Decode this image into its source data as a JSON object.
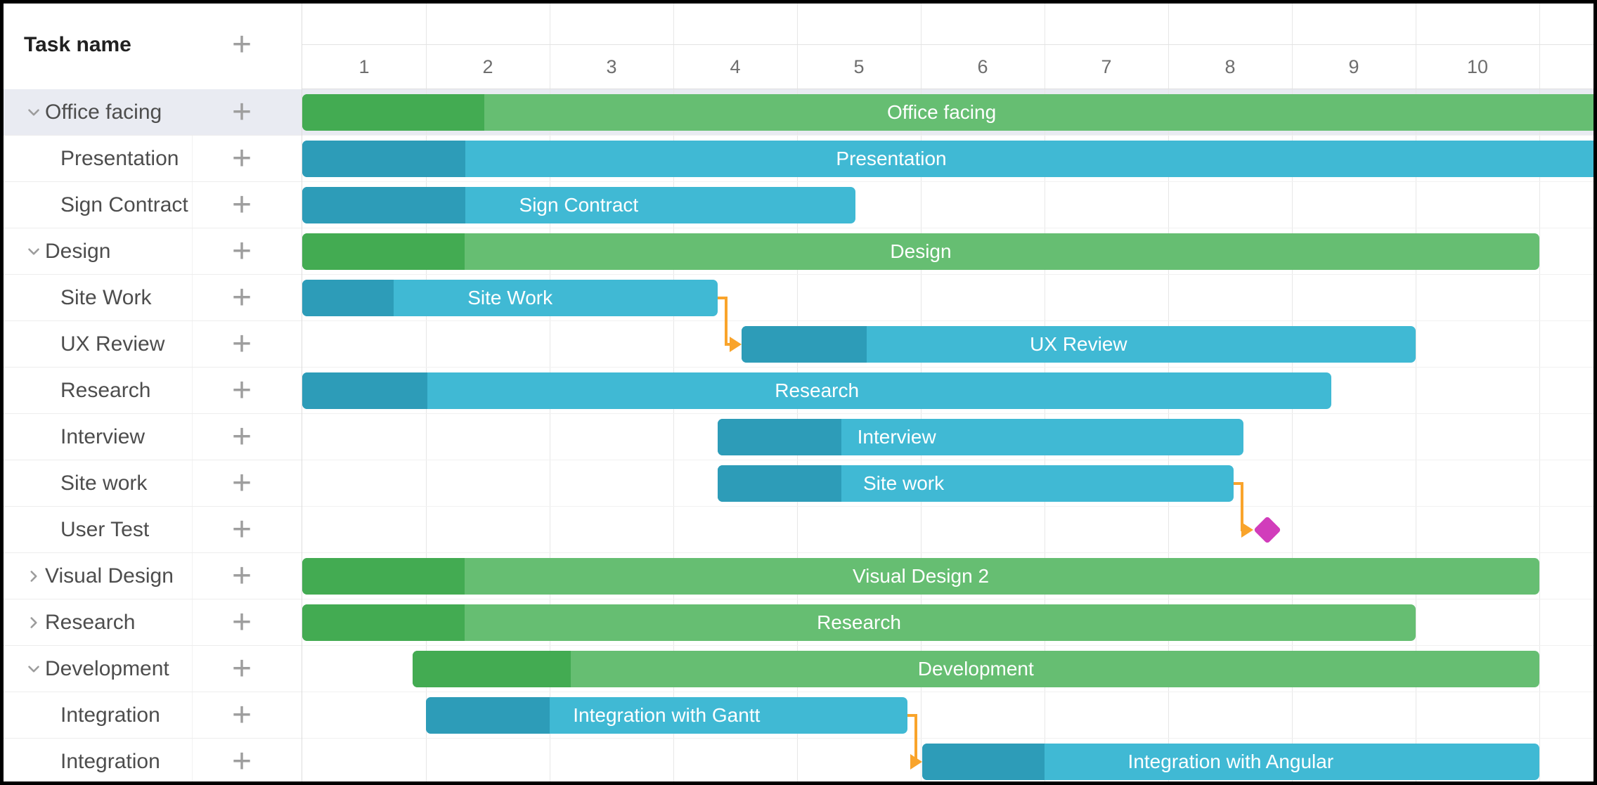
{
  "app": {
    "grid_header_title": "Task name",
    "add_button_glyph": "+"
  },
  "colors": {
    "project_fill": "#66be72",
    "project_progress": "#43ab52",
    "task_fill": "#40b9d4",
    "task_progress": "#2d9cb8",
    "link": "#f9a42b",
    "milestone": "#d13dbb",
    "selected_row_bg": "#e9ebf2",
    "bar_text": "#ffffff"
  },
  "scale": {
    "ticks": [
      "1",
      "2",
      "3",
      "4",
      "5",
      "6",
      "7",
      "8",
      "9",
      "10"
    ]
  },
  "grid_rows": [
    {
      "label": "Office facing",
      "level": 0,
      "chevron": "down",
      "selected": true
    },
    {
      "label": "Presentation",
      "level": 1,
      "chevron": "none",
      "selected": false
    },
    {
      "label": "Sign Contract",
      "level": 1,
      "chevron": "none",
      "selected": false
    },
    {
      "label": "Design",
      "level": 0,
      "chevron": "down",
      "selected": false
    },
    {
      "label": "Site Work",
      "level": 1,
      "chevron": "none",
      "selected": false
    },
    {
      "label": "UX Review",
      "level": 1,
      "chevron": "none",
      "selected": false
    },
    {
      "label": "Research",
      "level": 1,
      "chevron": "none",
      "selected": false
    },
    {
      "label": "Interview",
      "level": 1,
      "chevron": "none",
      "selected": false
    },
    {
      "label": "Site work",
      "level": 1,
      "chevron": "none",
      "selected": false
    },
    {
      "label": "User Test",
      "level": 1,
      "chevron": "none",
      "selected": false
    },
    {
      "label": "Visual Design",
      "level": 0,
      "chevron": "right",
      "selected": false
    },
    {
      "label": "Research",
      "level": 0,
      "chevron": "right",
      "selected": false
    },
    {
      "label": "Development",
      "level": 0,
      "chevron": "down",
      "selected": false
    },
    {
      "label": "Integration",
      "level": 1,
      "chevron": "none",
      "selected": false
    },
    {
      "label": "Integration",
      "level": 1,
      "chevron": "none",
      "selected": false
    }
  ],
  "tasks": [
    {
      "row": 1,
      "kind": "project",
      "label": "Office facing",
      "start": 0,
      "end": 10.7,
      "progress_end": 1.47,
      "label_frac": 0.483
    },
    {
      "row": 2,
      "kind": "task",
      "label": "Presentation",
      "start": 0,
      "end": 10.7,
      "progress_end": 1.32,
      "label_frac": 0.445
    },
    {
      "row": 3,
      "kind": "task",
      "label": "Sign Contract",
      "start": 0,
      "end": 4.47,
      "progress_end": 1.32,
      "label_frac": 0.5
    },
    {
      "row": 4,
      "kind": "project",
      "label": "Design",
      "start": 0,
      "end": 10.0,
      "progress_end": 1.31,
      "label_frac": 0.5
    },
    {
      "row": 5,
      "kind": "task",
      "label": "Site Work",
      "start": 0,
      "end": 3.36,
      "progress_end": 0.74,
      "label_frac": 0.5
    },
    {
      "row": 6,
      "kind": "task",
      "label": "UX Review",
      "start": 3.55,
      "end": 9.0,
      "progress_end": 4.56,
      "label_frac": 0.5
    },
    {
      "row": 7,
      "kind": "task",
      "label": "Research",
      "start": 0,
      "end": 8.32,
      "progress_end": 1.01,
      "label_frac": 0.5
    },
    {
      "row": 8,
      "kind": "task",
      "label": "Interview",
      "start": 3.36,
      "end": 7.61,
      "progress_end": 4.36,
      "label_frac": 0.34
    },
    {
      "row": 9,
      "kind": "task",
      "label": "Site work",
      "start": 3.36,
      "end": 7.53,
      "progress_end": 4.36,
      "label_frac": 0.36
    },
    {
      "row": 10,
      "kind": "milestone",
      "label": "",
      "day": 7.8
    },
    {
      "row": 11,
      "kind": "project",
      "label": "Visual Design 2",
      "start": 0,
      "end": 10.0,
      "progress_end": 1.31,
      "label_frac": 0.5
    },
    {
      "row": 12,
      "kind": "project",
      "label": "Research",
      "start": 0,
      "end": 9.0,
      "progress_end": 1.31,
      "label_frac": 0.5
    },
    {
      "row": 13,
      "kind": "project",
      "label": "Development",
      "start": 0.89,
      "end": 10.0,
      "progress_end": 2.17,
      "label_frac": 0.5
    },
    {
      "row": 14,
      "kind": "task",
      "label": "Integration with Gantt",
      "start": 1.0,
      "end": 4.89,
      "progress_end": 2.0,
      "label_frac": 0.5
    },
    {
      "row": 15,
      "kind": "task",
      "label": "Integration with Angular",
      "start": 5.01,
      "end": 10.0,
      "progress_end": 6.0,
      "label_frac": 0.5
    }
  ],
  "links": [
    {
      "from_day": 3.36,
      "from_row": 5,
      "to_day": 3.55,
      "to_row": 6,
      "target": "bar"
    },
    {
      "from_day": 7.53,
      "from_row": 9,
      "to_day": 7.69,
      "to_row": 10,
      "target": "milestone"
    },
    {
      "from_day": 4.89,
      "from_row": 14,
      "to_day": 5.01,
      "to_row": 15,
      "target": "bar"
    }
  ]
}
